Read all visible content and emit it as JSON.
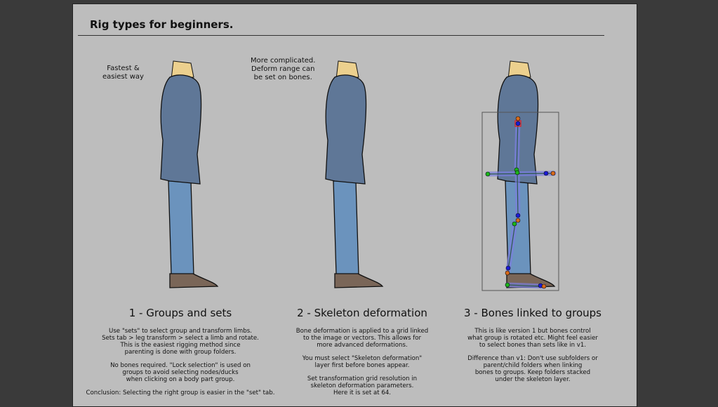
{
  "title": "Rig types for beginners.",
  "notes": {
    "fig1": "Fastest &\neasiest way",
    "fig2": "More complicated.\nDeform range can\nbe set on bones."
  },
  "sections": [
    {
      "heading": "1 - Groups and sets",
      "paragraphs": [
        "Use \"sets\" to select group and transform limbs.\nSets tab > leg transform > select a limb and rotate.\nThis is the easiest rigging method since\nparenting is done with group folders.",
        "No bones required. \"Lock selection\" is used on\ngroups to avoid selecting nodes/ducks\nwhen clicking on a body part group.",
        "Conclusion: Selecting the right group is easier in the \"set\" tab."
      ]
    },
    {
      "heading": "2 - Skeleton deformation",
      "paragraphs": [
        "Bone deformation is applied to a grid linked\nto the image or vectors. This allows for\nmore advanced deformations.",
        "You must select \"Skeleton deformation\"\nlayer first before bones appear.",
        "Set transformation grid resolution in\nskeleton deformation parameters.\nHere it is set at 64."
      ]
    },
    {
      "heading": "3 - Bones linked to groups",
      "paragraphs": [
        "This is like version 1 but bones control\nwhat group is rotated etc. Might feel easier\nto select bones than sets like in v1.",
        "Difference than v1: Don't use subfolders or\nparent/child folders when linking\nbones to groups. Keep folders stacked\nunder the skeleton layer."
      ]
    }
  ],
  "colors": {
    "neck": "#ecd08e",
    "jacket": "#5f7797",
    "pants": "#6b93bd",
    "shoe": "#7a6658",
    "bone": "#7b7fe0",
    "page": "#bdbdbd",
    "background": "#3a3a3a"
  }
}
